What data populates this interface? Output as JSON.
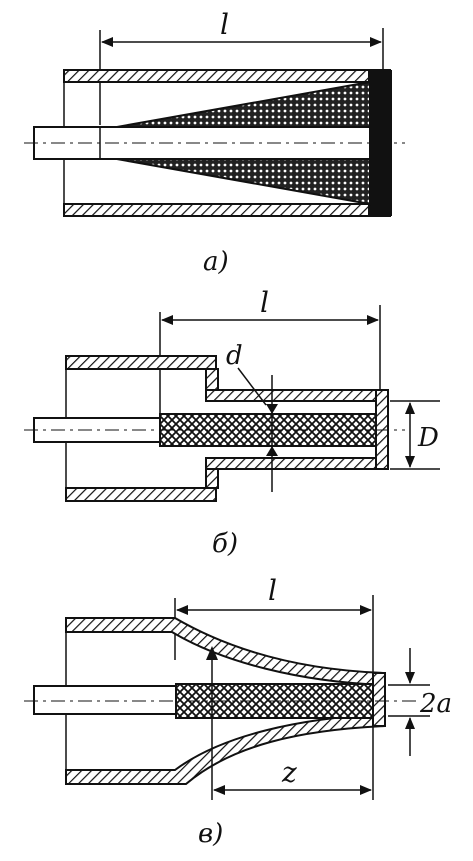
{
  "figures": [
    {
      "id": "a",
      "caption": "а)",
      "dimensions": [
        {
          "label": "l"
        }
      ]
    },
    {
      "id": "b",
      "caption": "б)",
      "dimensions": [
        {
          "label": "l"
        },
        {
          "label": "d"
        },
        {
          "label": "D"
        }
      ]
    },
    {
      "id": "c",
      "caption": "в)",
      "dimensions": [
        {
          "label": "l"
        },
        {
          "label": "2a"
        },
        {
          "label": "z"
        }
      ]
    }
  ],
  "colors": {
    "ink": "#111111",
    "paper": "#ffffff"
  }
}
